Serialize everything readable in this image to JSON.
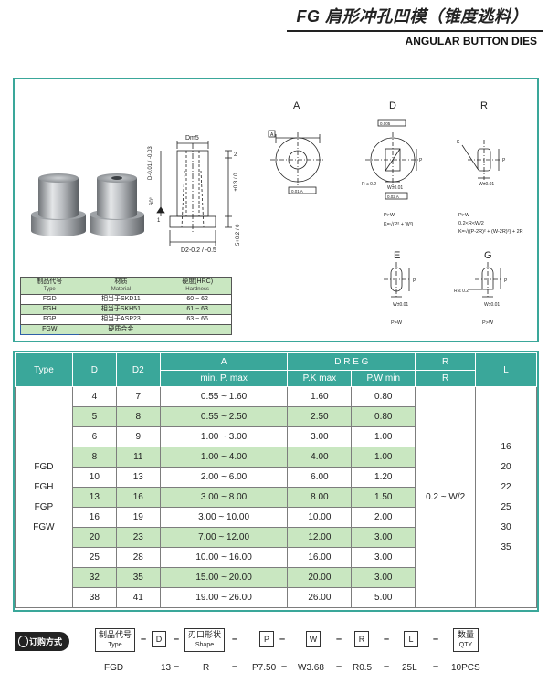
{
  "header": {
    "title_cn": "FG 肩形冲孔凹模（锥度逃料）",
    "title_en": "ANGULAR BUTTON DIES"
  },
  "drawing": {
    "view_labels": [
      "A",
      "D",
      "R",
      "E",
      "G"
    ],
    "dims": {
      "dm": "Dm5",
      "d_tol": "D-0.01 / -0.03",
      "two": "2",
      "l_tol": "L+0.3 / 0",
      "five": "5+0.2 / 0",
      "d2": "D2-0.2 / -0.5",
      "angle": "60°",
      "one": "1",
      "r02": "R ≤ 0.2",
      "p": "P",
      "w": "W±0.01",
      "k": "K",
      "pw_d": "P>W",
      "k_d": "K=√(P² + W²)",
      "pw_r": "P>W",
      "r_rule": "0.2<R<W/2",
      "k_r": "K=√((P-2R)² + (W-2R)²) + 2R",
      "pw_e": "P>W",
      "pw_g": "P>W",
      "r_g": "R ≤ 0.2",
      "gdt1": "0.01 A",
      "gdt2": "0.005",
      "gdt3": "0.01 A",
      "gdt4": "0.02 A",
      "datum": "A"
    }
  },
  "material_table": {
    "headers": [
      {
        "cn": "制品代号",
        "en": "Type"
      },
      {
        "cn": "材质",
        "en": "Material"
      },
      {
        "cn": "硬度(HRC)",
        "en": "Hardness"
      }
    ],
    "rows": [
      [
        "FGD",
        "相当于SKD11",
        "60 ~ 62"
      ],
      [
        "FGH",
        "相当于SKH51",
        "61 ~ 63"
      ],
      [
        "FGP",
        "相当于ASP23",
        "63 ~ 66"
      ],
      [
        "FGW",
        "硬质合金",
        ""
      ]
    ]
  },
  "spec_table": {
    "head1": [
      "Type",
      "D",
      "D2",
      "A",
      "D R E G",
      "R",
      "L"
    ],
    "head2": [
      "min. P. max",
      "P.K max",
      "P.W min",
      "R"
    ],
    "types": [
      "FGD",
      "FGH",
      "FGP",
      "FGW"
    ],
    "r_value": "0.2 ~ W/2",
    "l_values": [
      "16",
      "20",
      "22",
      "25",
      "30",
      "35"
    ],
    "rows": [
      {
        "d": "4",
        "d2": "7",
        "a": "0.55 ~ 1.60",
        "pk": "1.60",
        "pw": "0.80"
      },
      {
        "d": "5",
        "d2": "8",
        "a": "0.55 ~ 2.50",
        "pk": "2.50",
        "pw": "0.80"
      },
      {
        "d": "6",
        "d2": "9",
        "a": "1.00 ~ 3.00",
        "pk": "3.00",
        "pw": "1.00"
      },
      {
        "d": "8",
        "d2": "11",
        "a": "1.00 ~ 4.00",
        "pk": "4.00",
        "pw": "1.00"
      },
      {
        "d": "10",
        "d2": "13",
        "a": "2.00 ~ 6.00",
        "pk": "6.00",
        "pw": "1.20"
      },
      {
        "d": "13",
        "d2": "16",
        "a": "3.00 ~ 8.00",
        "pk": "8.00",
        "pw": "1.50"
      },
      {
        "d": "16",
        "d2": "19",
        "a": "3.00 ~ 10.00",
        "pk": "10.00",
        "pw": "2.00"
      },
      {
        "d": "20",
        "d2": "23",
        "a": "7.00 ~ 12.00",
        "pk": "12.00",
        "pw": "3.00"
      },
      {
        "d": "25",
        "d2": "28",
        "a": "10.00 ~ 16.00",
        "pk": "16.00",
        "pw": "3.00"
      },
      {
        "d": "32",
        "d2": "35",
        "a": "15.00 ~ 20.00",
        "pk": "20.00",
        "pw": "3.00"
      },
      {
        "d": "38",
        "d2": "41",
        "a": "19.00 ~ 26.00",
        "pk": "26.00",
        "pw": "5.00"
      }
    ]
  },
  "order": {
    "badge": "订购方式",
    "type_cn": "制品代号",
    "type_en": "Type",
    "d": "D",
    "shape_cn": "刃口形状",
    "shape_en": "Shape",
    "p": "P",
    "w": "W",
    "r": "R",
    "l": "L",
    "qty_cn": "数量",
    "qty_en": "QTY",
    "dash": "–",
    "example": [
      "FGD",
      "13",
      "R",
      "P7.50",
      "W3.68",
      "R0.5",
      "25L",
      "10PCS"
    ]
  }
}
